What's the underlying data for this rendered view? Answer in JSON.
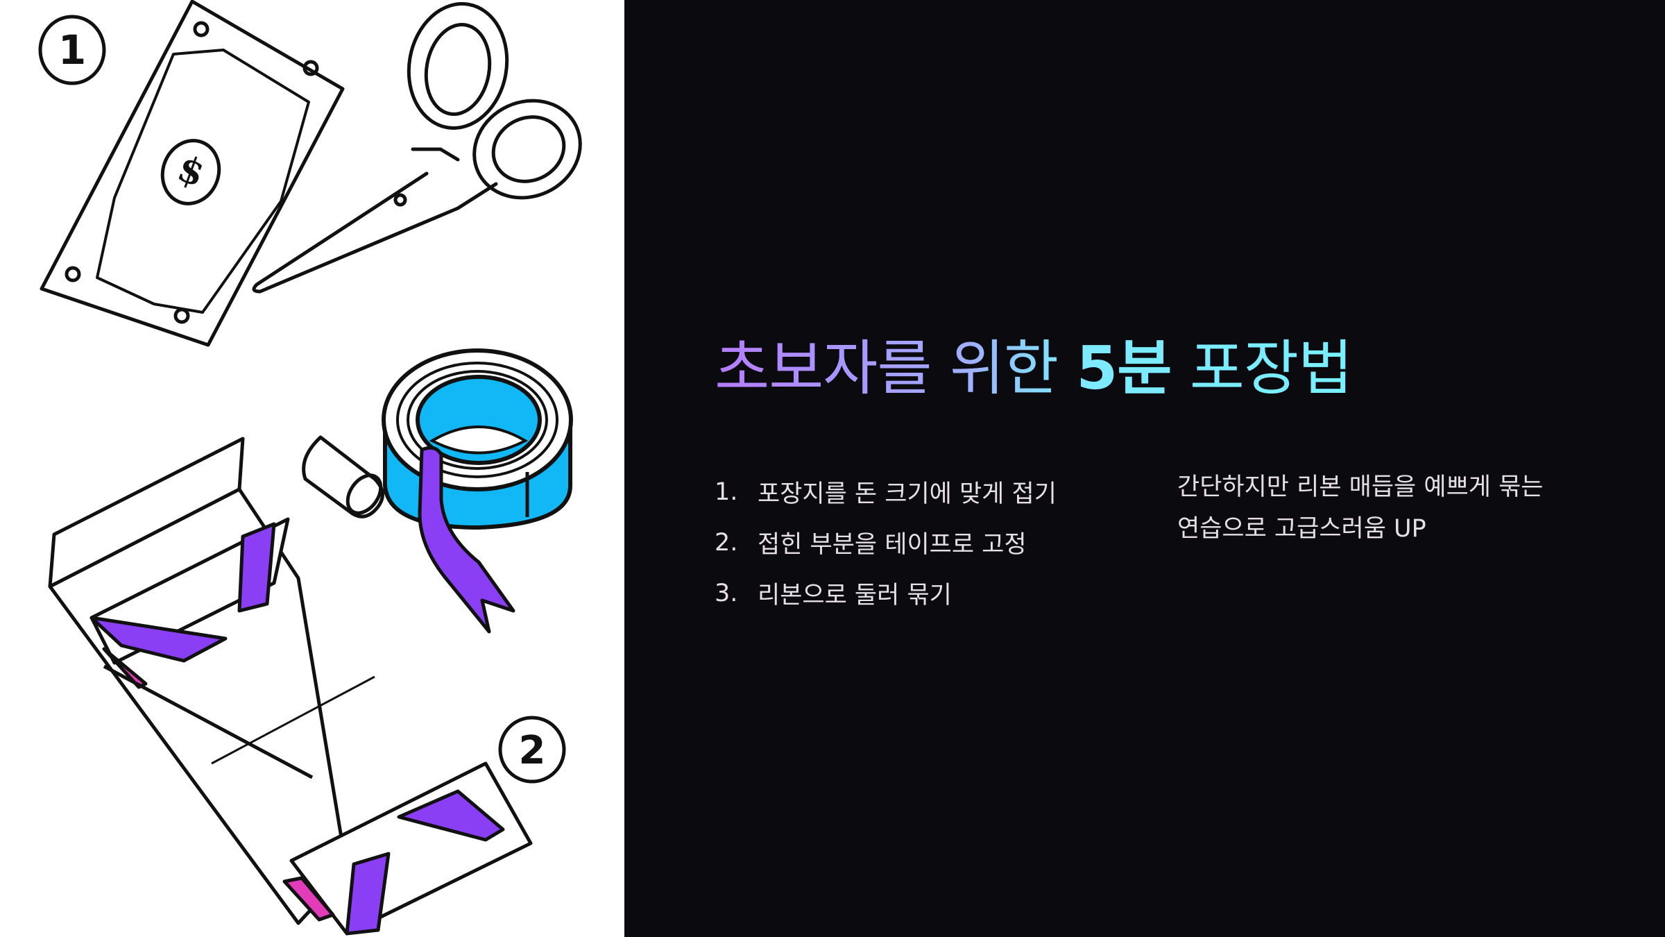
{
  "illustration": {
    "step_badges": [
      "1",
      "2"
    ],
    "items": [
      "dollar-bill",
      "scissors",
      "tape-roll",
      "ribbon",
      "gift-wrap-box"
    ],
    "colors": {
      "tape": "#11b8f5",
      "ribbon": "#8a3ff5",
      "accent_pink": "#e23cb8",
      "outline": "#111111"
    }
  },
  "title": {
    "part1": "초보자를 위한",
    "part2": "5분",
    "part3": "포장법",
    "gradient": [
      "#b57cff",
      "#9fb0ff",
      "#7ee9ff"
    ]
  },
  "steps": [
    {
      "num": "1.",
      "text": "포장지를 돈 크기에 맞게 접기"
    },
    {
      "num": "2.",
      "text": "접힌 부분을 테이프로 고정"
    },
    {
      "num": "3.",
      "text": "리본으로 둘러 묶기"
    }
  ],
  "description": {
    "line1": "간단하지만 리본 매듭을 예쁘게 묶는",
    "line2": "연습으로 고급스러움 UP"
  },
  "colors": {
    "background": "#0a0a0f",
    "text": "#e6e0e6",
    "panel_left": "#ffffff"
  }
}
